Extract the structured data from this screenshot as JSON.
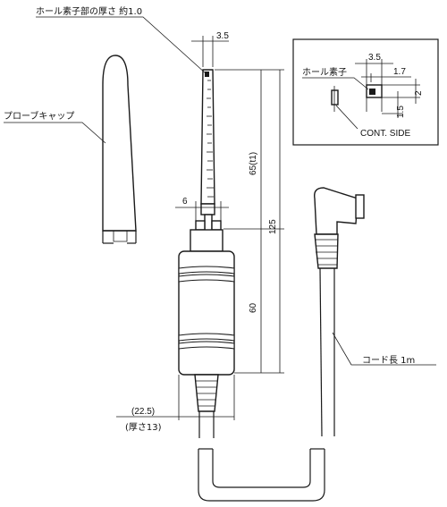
{
  "labels": {
    "hall_thickness": "ホール素子部の厚さ  約1.0",
    "probe_cap": "プローブキャップ",
    "hall_element": "ホール素子",
    "cont_side": "CONT. SIDE",
    "cord_length": "コード長  1m"
  },
  "dimensions": {
    "tip_width": "3.5",
    "inset_width": "3.5",
    "inset_offset": "1.7",
    "inset_height": "2",
    "inset_depth": "1.5",
    "probe_length": "65(t1)",
    "total_length": "125",
    "handle_length": "60",
    "stem_width": "6",
    "body_width": "(22.5)",
    "body_thickness": "(厚さ13)"
  },
  "colors": {
    "line": "#1a1a1a",
    "background": "#ffffff"
  }
}
